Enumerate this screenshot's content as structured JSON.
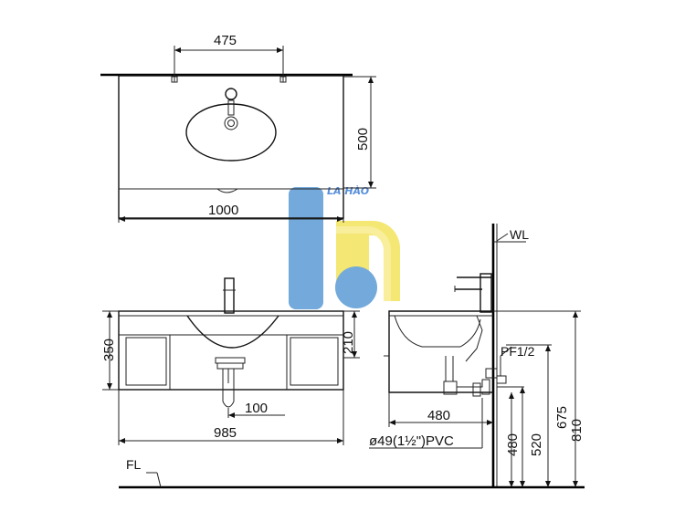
{
  "top_view": {
    "dim_faucet_spacing": "475",
    "dim_depth": "500",
    "dim_width": "1000"
  },
  "front_view": {
    "dim_height": "350",
    "dim_basin_depth": "210",
    "dim_drain": "100",
    "dim_width": "985"
  },
  "side_view": {
    "label_wall": "WL",
    "label_inlet": "PF1/2",
    "dim_depth": "480",
    "dim_pipe": "ø49(1½\")PVC",
    "dim_h1": "480",
    "dim_h2": "520",
    "dim_h3": "675",
    "dim_h4": "810"
  },
  "floor_label": "FL",
  "watermark": {
    "text": "LA HÀO",
    "colors": {
      "blue": "#5b9bd5",
      "yellow": "#f3e35b",
      "text": "#3a7bd5"
    }
  }
}
